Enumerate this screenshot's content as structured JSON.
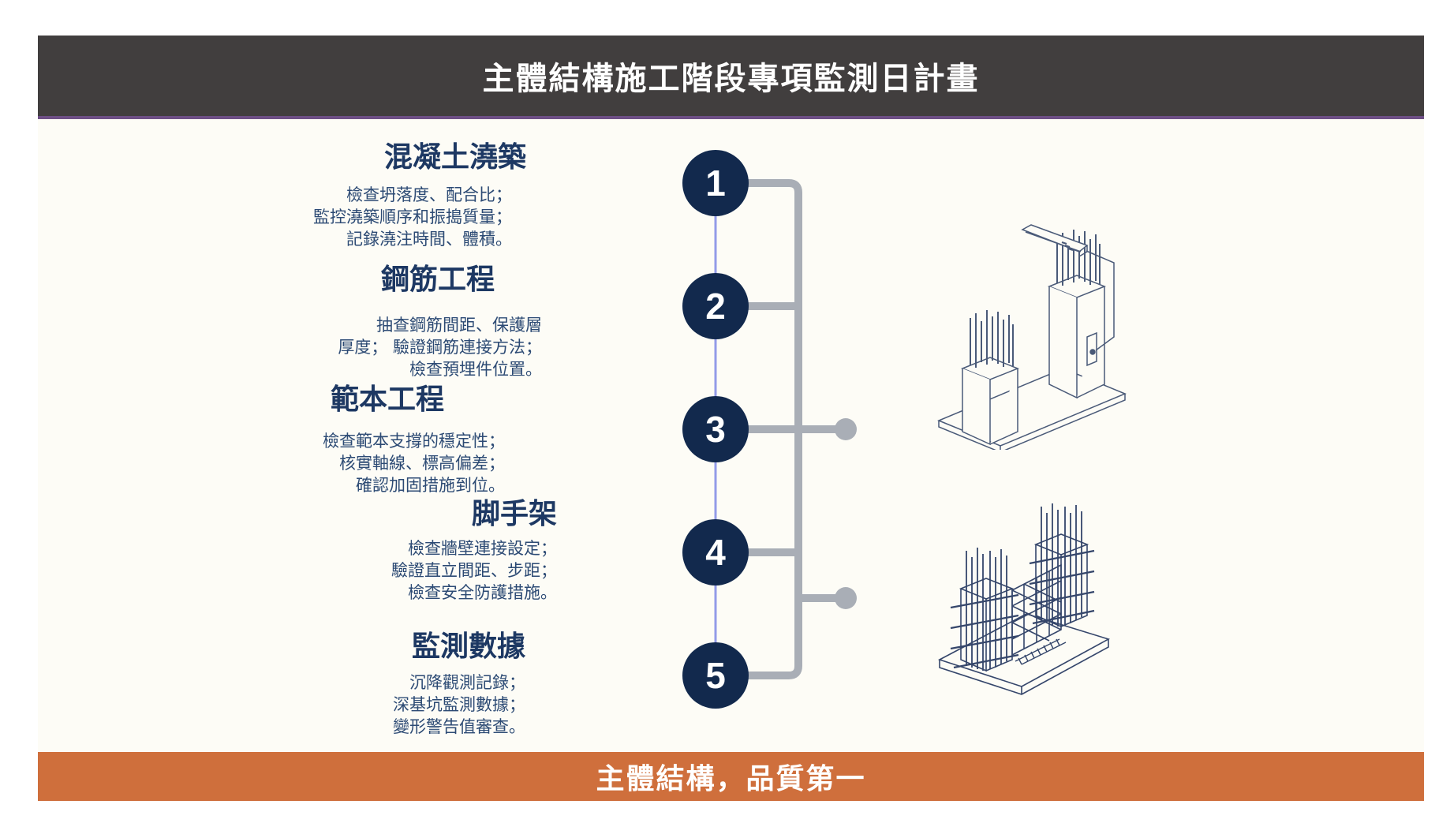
{
  "header": {
    "title": "主體結構施工階段專項監測日計畫"
  },
  "footer": {
    "slogan": "主體結構，品質第一"
  },
  "steps": [
    {
      "number": "1",
      "title": "混凝土澆築",
      "lines": [
        "檢查坍落度、配合比；",
        "監控澆築順序和振搗質量；",
        "記錄澆注時間、體積。"
      ]
    },
    {
      "number": "2",
      "title": "鋼筋工程",
      "lines": [
        "抽查鋼筋間距、保護層",
        "厚度； 驗證鋼筋連接方法；",
        "檢查預埋件位置。"
      ]
    },
    {
      "number": "3",
      "title": "範本工程",
      "lines": [
        "檢查範本支撐的穩定性；",
        "核實軸線、標高偏差；",
        "確認加固措施到位。"
      ]
    },
    {
      "number": "4",
      "title": "脚手架",
      "lines": [
        "檢查牆壁連接設定；",
        "驗證直立間距、步距；",
        "檢查安全防護措施。"
      ]
    },
    {
      "number": "5",
      "title": "監測數據",
      "lines": [
        "沉降觀測記錄；",
        "深基坑監測數據；",
        "變形警告值審查。"
      ]
    }
  ],
  "illustrations": [
    "rebar-columns-with-monitoring-sensor",
    "rebar-wall-cage-with-formwork-mesh"
  ],
  "colors": {
    "header_bg": "#413e3e",
    "header_accent_purple": "#6e4f85",
    "footer_bg": "#cf6f3c",
    "circle_navy": "#12294d",
    "connector_gray": "#a9aeb6",
    "timeline_link_line": "#939be8",
    "text_navy": "#2c4a74",
    "slide_background": "#fdfcf6"
  }
}
